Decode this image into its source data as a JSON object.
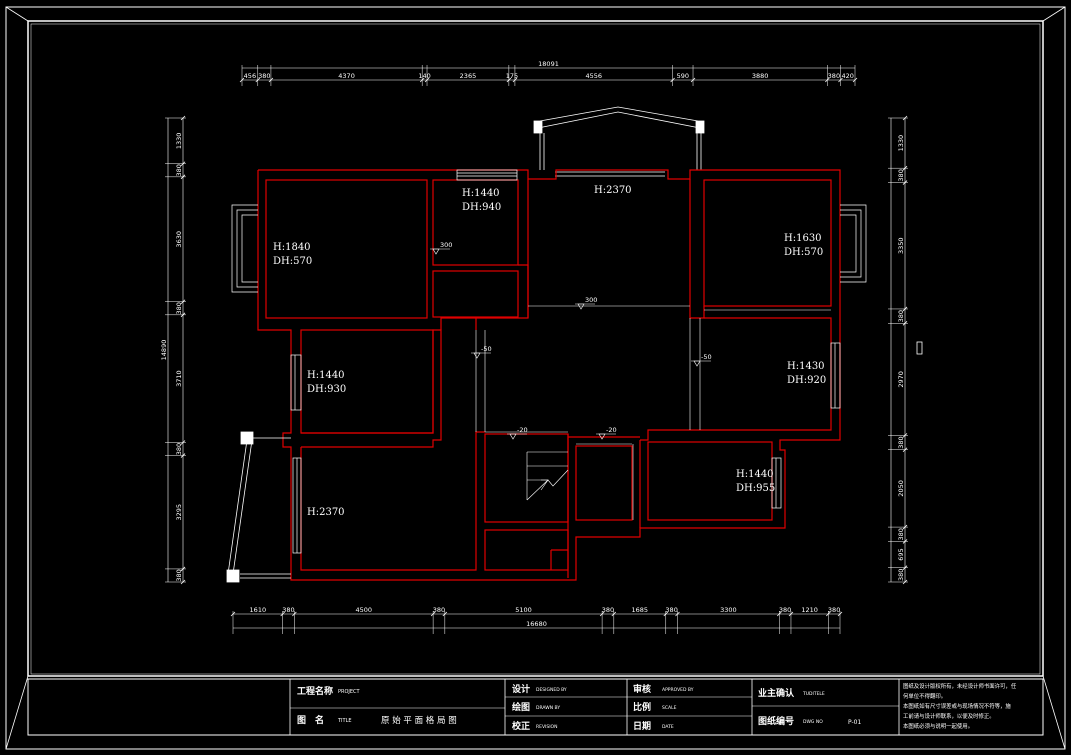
{
  "drawing": {
    "top_dims": [
      "456",
      "380",
      "4370",
      "140",
      "2365",
      "175",
      "4556",
      "590",
      "3880",
      "380",
      "420"
    ],
    "top_total": "18091",
    "bottom_dims": [
      "1610",
      "380",
      "4500",
      "380",
      "5100",
      "380",
      "1685",
      "380",
      "3300",
      "380",
      "1210",
      "380"
    ],
    "bottom_total": "16680",
    "left_dims": [
      "1330",
      "380",
      "3630",
      "380",
      "3710",
      "380",
      "3295",
      "380"
    ],
    "left_total": "14890",
    "right_dims": [
      "1330",
      "380",
      "3350",
      "380",
      "2970",
      "380",
      "2050",
      "380",
      "695",
      "380"
    ],
    "room_labels": [
      {
        "line1": "H:1840",
        "line2": "DH:570"
      },
      {
        "line1": "H:1440",
        "line2": "DH:940"
      },
      {
        "line1": "H:2370",
        "line2": ""
      },
      {
        "line1": "H:1630",
        "line2": "DH:570"
      },
      {
        "line1": "H:1440",
        "line2": "DH:930"
      },
      {
        "line1": "H:1430",
        "line2": "DH:920"
      },
      {
        "line1": "H:1440",
        "line2": "DH:955"
      },
      {
        "line1": "H:2370",
        "line2": ""
      }
    ],
    "level_marks": [
      "300",
      "300",
      "-50",
      "-50",
      "-20",
      "-20"
    ],
    "colors": {
      "background": "#000000",
      "wall": "#e00000",
      "line": "#ffffff"
    }
  },
  "title_block": {
    "project_label": "工程名称",
    "project_label_en": "PROJECT",
    "drawing_name_label": "图　名",
    "drawing_name_label_en": "TITLE",
    "drawing_name": "原 始 平 面 格 局 图",
    "designed_label": "设计",
    "designed_label_en": "DESIGNED BY",
    "drawn_label": "绘图",
    "drawn_label_en": "DRAWN BY",
    "revision_label": "校正",
    "revision_label_en": "REVISION",
    "approved_label": "审核",
    "approved_label_en": "APPROVED BY",
    "scale_label": "比例",
    "scale_label_en": "SCALE",
    "date_label": "日期",
    "date_label_en": "DATE",
    "client_label": "业主确认",
    "client_label_en": "TUDITELE",
    "dwg_no_label": "图纸编号",
    "dwg_no_label_en": "DWG NO",
    "dwg_no": "P-01",
    "notes": [
      "图纸及设计版权所有，未经设计师书面许可，任",
      "何单位不得翻印。",
      "本图纸如有尺寸误差或与现场情况不符等，施",
      "工前请与设计师联系，以便及时修正。",
      "本图纸必须与说明一起使用。"
    ]
  }
}
